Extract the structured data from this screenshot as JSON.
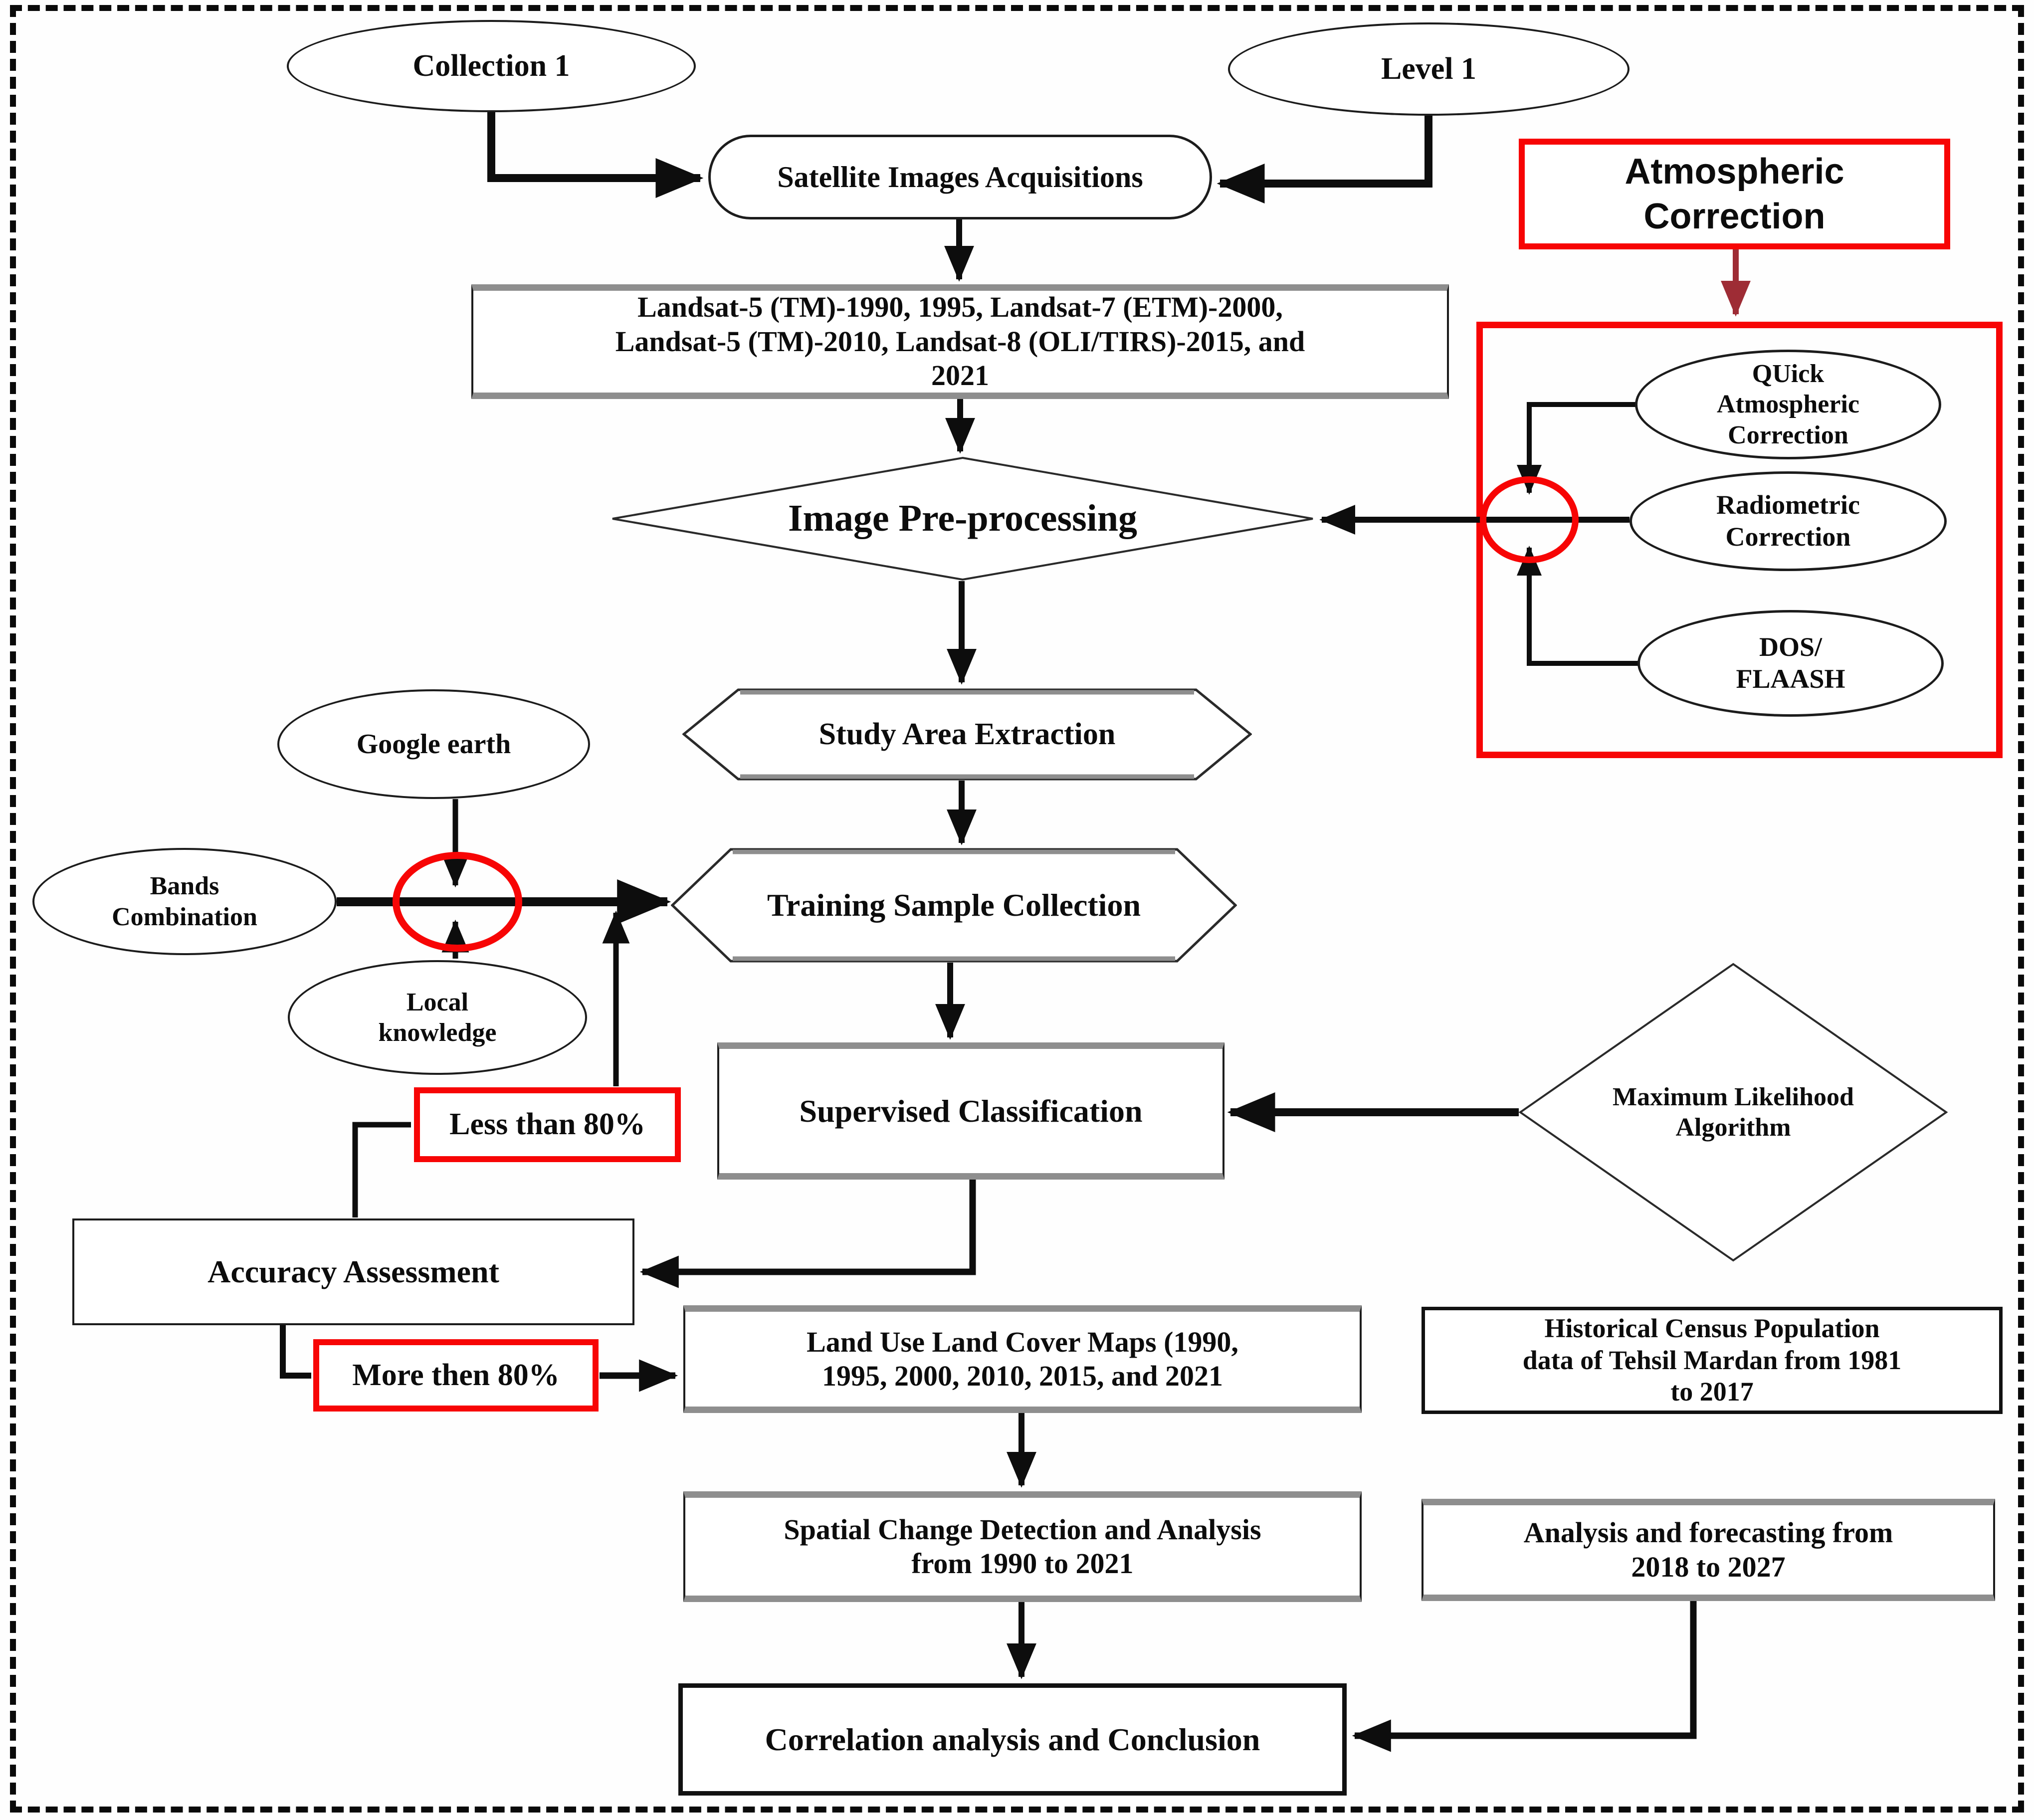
{
  "diagram": {
    "type": "flowchart",
    "nodes": {
      "collection1": {
        "label": "Collection 1"
      },
      "level1": {
        "label": "Level 1"
      },
      "satellite": {
        "label": "Satellite Images Acquisitions"
      },
      "atmospheric": {
        "label": "Atmospheric\nCorrection"
      },
      "landsat": {
        "label": "Landsat-5 (TM)-1990, 1995, Landsat-7 (ETM)-2000,\nLandsat-5 (TM)-2010, Landsat-8 (OLI/TIRS)-2015, and\n2021"
      },
      "preprocessing": {
        "label": "Image Pre-processing"
      },
      "quick": {
        "label": "QUick\nAtmospheric\nCorrection"
      },
      "radiometric": {
        "label": "Radiometric\nCorrection"
      },
      "dos": {
        "label": "DOS/\nFLAASH"
      },
      "google": {
        "label": "Google earth"
      },
      "study": {
        "label": "Study Area Extraction"
      },
      "bands": {
        "label": "Bands\nCombination"
      },
      "local": {
        "label": "Local\nknowledge"
      },
      "training": {
        "label": "Training Sample Collection"
      },
      "less80": {
        "label": "Less than 80%"
      },
      "supervised": {
        "label": "Supervised Classification"
      },
      "mla": {
        "label": "Maximum Likelihood\nAlgorithm"
      },
      "accuracy": {
        "label": "Accuracy Assessment"
      },
      "more80": {
        "label": "More then 80%"
      },
      "landuse": {
        "label": "Land Use Land Cover Maps (1990,\n1995, 2000, 2010, 2015, and 2021"
      },
      "census": {
        "label": "Historical Census Population\ndata of Tehsil Mardan from 1981\nto 2017"
      },
      "spatial": {
        "label": "Spatial Change Detection and Analysis\nfrom 1990 to 2021"
      },
      "forecast": {
        "label": "Analysis and forecasting from\n2018 to 2027"
      },
      "correlation": {
        "label": "Correlation analysis and Conclusion"
      }
    },
    "colors": {
      "accent_red": "#f70505",
      "arrow_dark_red": "#9e2c35",
      "line_black": "#0d0d0d",
      "shade_gray": "#8e8e8e"
    }
  }
}
